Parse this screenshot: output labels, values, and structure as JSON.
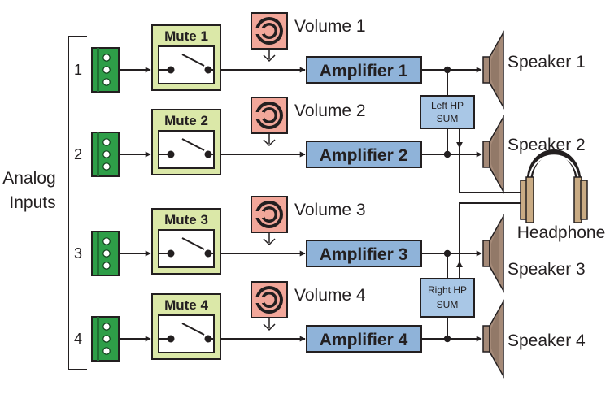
{
  "analog_inputs": {
    "line1": "Analog",
    "line2": "Inputs"
  },
  "channels": [
    {
      "number": "1",
      "mute": "Mute 1",
      "volume": "Volume 1",
      "amplifier": "Amplifier 1",
      "speaker": "Speaker 1"
    },
    {
      "number": "2",
      "mute": "Mute 2",
      "volume": "Volume 2",
      "amplifier": "Amplifier 2",
      "speaker": "Speaker 2"
    },
    {
      "number": "3",
      "mute": "Mute 3",
      "volume": "Volume 3",
      "amplifier": "Amplifier 3",
      "speaker": "Speaker 3"
    },
    {
      "number": "4",
      "mute": "Mute 4",
      "volume": "Volume 4",
      "amplifier": "Amplifier 4",
      "speaker": "Speaker 4"
    }
  ],
  "left_sum": {
    "line1": "Left HP",
    "line2": "SUM"
  },
  "right_sum": {
    "line1": "Right HP",
    "line2": "SUM"
  },
  "headphone_label": "Headphone",
  "colors": {
    "connector": "#2e9e48",
    "mute_fill": "#dbe8a8",
    "volume_fill": "#f2a79a",
    "amplifier_fill": "#8fb3d9",
    "sum_fill": "#a9c7e6",
    "speaker_fill": "#a58a78",
    "headphone_fill": "#c9ab84"
  },
  "icons": {
    "input_connector": "terminal-block-icon",
    "volume_knob": "knob-icon",
    "speaker": "speaker-icon",
    "headphone": "headphone-icon"
  }
}
